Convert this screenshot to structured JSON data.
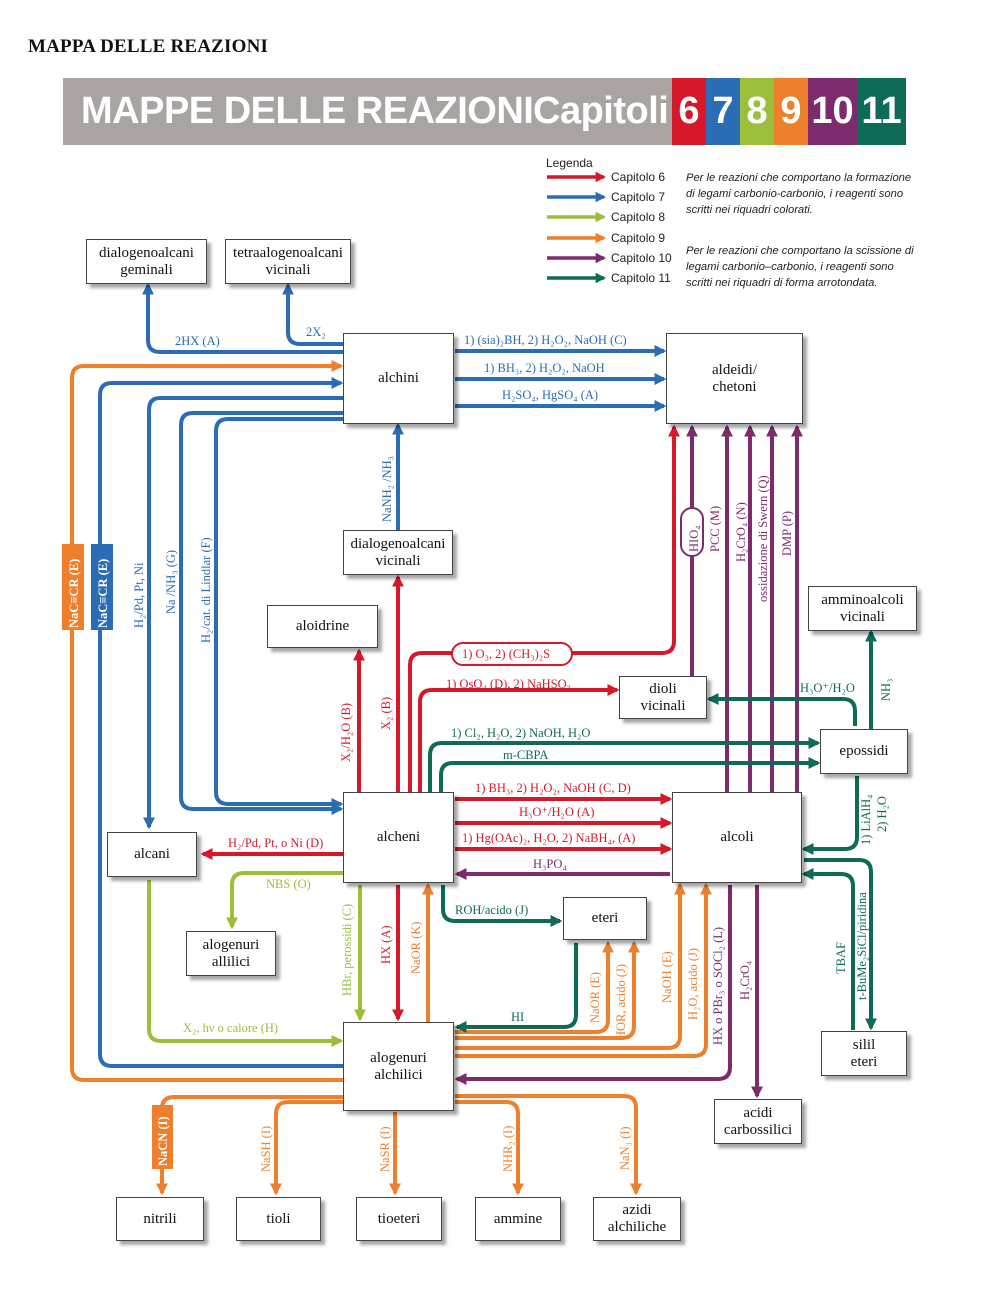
{
  "document": {
    "title": "MAPPA DELLE REAZIONI"
  },
  "banner": {
    "title": "MAPPE DELLE REAZIONI",
    "chapters_label": "Capitoli",
    "chapters": [
      {
        "label": "6",
        "color": "#d6182b"
      },
      {
        "label": "7",
        "color": "#2a6db5"
      },
      {
        "label": "8",
        "color": "#9bbe3b"
      },
      {
        "label": "9",
        "color": "#ee7f2d"
      },
      {
        "label": "10",
        "color": "#7d2b6d"
      },
      {
        "label": "11",
        "color": "#0e6b57"
      }
    ]
  },
  "legend": {
    "heading": "Legenda",
    "items": [
      {
        "label": "Capitolo 6",
        "color": "#d6182b"
      },
      {
        "label": "Capitolo 7",
        "color": "#2a6db5"
      },
      {
        "label": "Capitolo 8",
        "color": "#9bbe3b"
      },
      {
        "label": "Capitolo 9",
        "color": "#ee7f2d"
      },
      {
        "label": "Capitolo 10",
        "color": "#7d2b6d"
      },
      {
        "label": "Capitolo 11",
        "color": "#0e6b57"
      }
    ],
    "note_boxes": "Per le reazioni che comportano la formazione di legami carbonio-carbonio, i reagenti sono scritti nei riquadri colorati.",
    "note_rounded": "Per le reazioni che comportano la scissione di legami carbonio–carbonio, i reagenti sono scritti nei riquadri di forma arrotondata."
  },
  "nodes": {
    "dialogenoalcani_geminali": "dialogenoalcani\ngeminali",
    "tetraalogenoalcani_vicinali": "tetraalogenoalcani\nvicinali",
    "alchini": "alchini",
    "aldeidi_chetoni": "aldeidi/\nchetoni",
    "dialogenoalcani_vicinali": "dialogenoalcani\nvicinali",
    "aloidrine": "aloidrine",
    "amminoalcoli_vicinali": "amminoalcoli\nvicinali",
    "dioli_vicinali": "dioli\nvicinali",
    "epossidi": "epossidi",
    "alcheni": "alcheni",
    "alcoli": "alcoli",
    "alcani": "alcani",
    "alogenuri_allilici": "alogenuri\nallilici",
    "eteri": "eteri",
    "alogenuri_alchilici": "alogenuri\nalchilici",
    "silil_eteri": "silil\neteri",
    "acidi_carbossilici": "acidi\ncarbossilici",
    "nitrili": "nitrili",
    "tioli": "tioli",
    "tioeteri": "tioeteri",
    "ammine": "ammine",
    "azidi_alchiliche": "azidi\nalchiliche"
  },
  "reagents": {
    "r_2hx": "2HX (A)",
    "r_2x2": "2X₂",
    "r_sia2bh": "1) (sia)₂BH, 2) H₂O₂, NaOH (C)",
    "r_bh3_alk": "1) BH₃, 2) H₂O₂, NaOH",
    "r_h2so4": "H₂SO₄, HgSO₄ (A)",
    "r_nacc_orange": "NaC≡CR (E)",
    "r_nacc_blue": "NaC≡CR (E)",
    "r_h2pd": "H₂/Pd, Pt, Ni",
    "r_nanh3": "Na /NH₃ (G)",
    "r_lindlar": "H₂/cat. di Lindlar (F)",
    "r_nanh2": "NaNH₂ /NH₃",
    "r_hio4": "HIO₄",
    "r_pcc": "PCC (M)",
    "r_h2cro4_n": "H₂CrO₄ (N)",
    "r_swern": "ossidazione di Swern (Q)",
    "r_dmp": "DMP (P)",
    "r_x2h2o": "X₂/H₂O (B)",
    "r_x2": "X₂ (B)",
    "r_o3": "1) O₃,  2) (CH₃)₂S",
    "r_oso4": "1) OsO₄ (D),  2) NaHSO₃",
    "r_h3o_h2o_ep": "H₃O⁺/H₂O",
    "r_nh3": "NH₃",
    "r_cl2": "1) Cl₂, H₂O,  2) NaOH, H₂O",
    "r_mcpba": "m-CBPA",
    "r_lialh4": "1) LiAlH₄",
    "r_h2o_2": "2) H₂O",
    "r_bh3_alc": "1) BH₃, 2) H₂O₂, NaOH (C, D)",
    "r_h3o_alc": "H₃O⁺/H₂O (A)",
    "r_hgoac": "1) Hg(OAc)₂, H₂O, 2) NaBH₄, (A)",
    "r_h3po4": "H₃PO₄",
    "r_h2_alcani": "H₂/Pd, Pt, o Ni (D)",
    "r_nbs": "NBS (O)",
    "r_hbr": "HBr, perossidi (C)",
    "r_hx_a": "HX (A)",
    "r_naor_k": "NaOR (K)",
    "r_roh": "ROH/acido (J)",
    "r_hi": "HI",
    "r_naor_e": "NaOR (E)",
    "r_hor": "HOR, acido (J)",
    "r_naoh_e": "NaOH (E)",
    "r_h2o_acido": "H₂O, acido (J)",
    "r_hx_pbr3": "HX o PBr₃ o SOCl₂ (L)",
    "r_h2cro4": "H₂CrO₄",
    "r_tbaf": "TBAF",
    "r_tbumesicl": "t-BuMe₂SiCl/piridina",
    "r_x2hv": "X₂, hν o calore (H)",
    "r_nacn": "NaCN (I)",
    "r_nash": "NaSH (I)",
    "r_nasr": "NaSR (I)",
    "r_nhr2": "NHR₂ (I)",
    "r_nan3": "NaN₃ (I)"
  }
}
